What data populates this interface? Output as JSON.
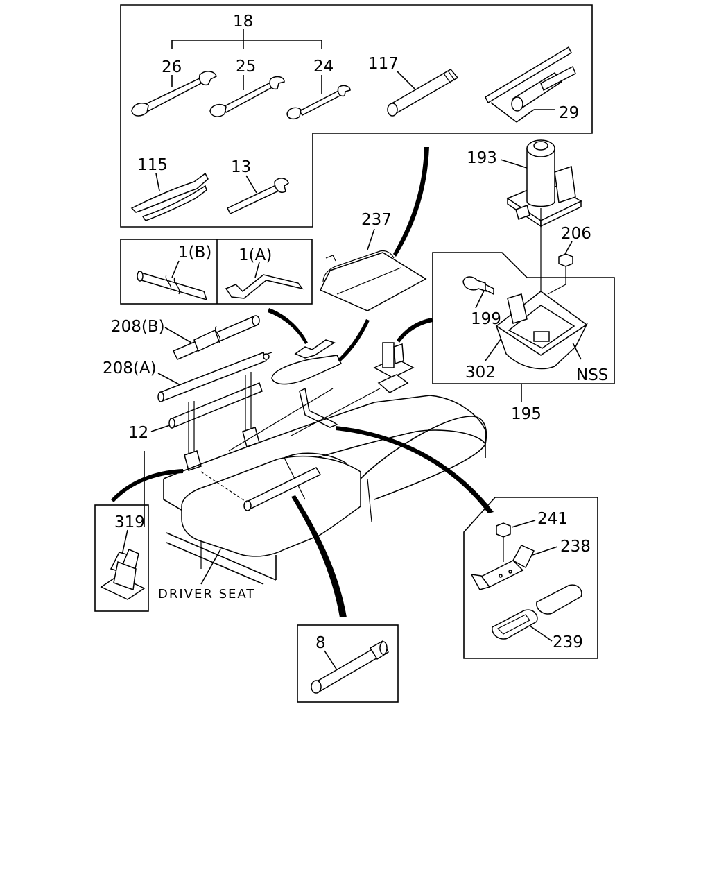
{
  "labels": {
    "l18": "18",
    "l26": "26",
    "l25": "25",
    "l24": "24",
    "l117": "117",
    "l29": "29",
    "l115": "115",
    "l13": "13",
    "l193": "193",
    "l206": "206",
    "l237": "237",
    "l1b": "1(B)",
    "l1a": "1(A)",
    "l199": "199",
    "l302": "302",
    "lnss": "NSS",
    "l195": "195",
    "l208b": "208(B)",
    "l208a": "208(A)",
    "l12": "12",
    "l241": "241",
    "l238": "238",
    "l239": "239",
    "l319": "319",
    "l8": "8",
    "driver_seat": "DRIVER SEAT"
  }
}
